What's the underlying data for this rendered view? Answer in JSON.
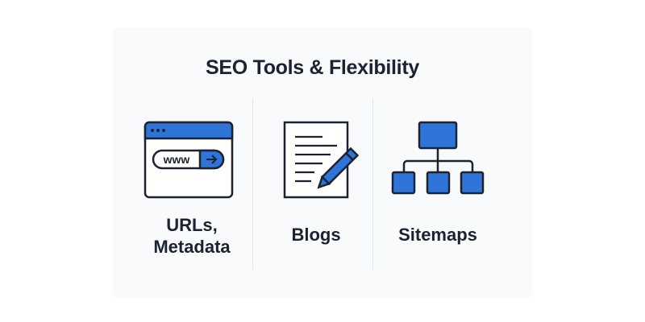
{
  "title": "SEO Tools & Flexibility",
  "colors": {
    "accent": "#2f74d9",
    "outline": "#1b2230"
  },
  "features": [
    {
      "icon": "browser-url-icon",
      "url_text": "www",
      "label_line1": "URLs,",
      "label_line2": "Metadata"
    },
    {
      "icon": "document-pencil-icon",
      "label": "Blogs"
    },
    {
      "icon": "sitemap-icon",
      "label": "Sitemaps"
    }
  ]
}
